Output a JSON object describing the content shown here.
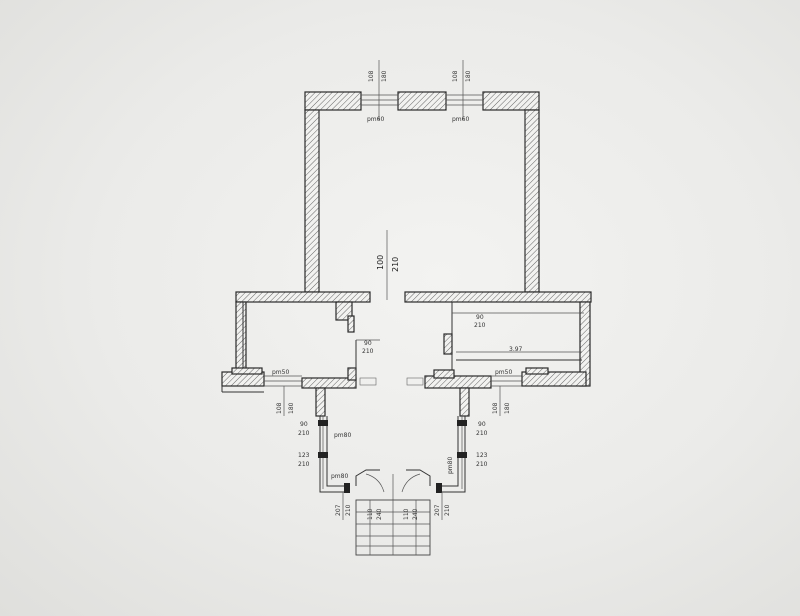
{
  "drawing": {
    "top_window_left": {
      "opening": "108",
      "height": "180",
      "tag": "pm60"
    },
    "top_window_right": {
      "opening": "108",
      "height": "180",
      "tag": "pm60"
    },
    "main_opening": {
      "width": "100",
      "height": "210"
    },
    "central_door": {
      "width": "90",
      "height": "210"
    },
    "right_room_door": {
      "width": "90",
      "height": "210"
    },
    "right_room_length": "3.97",
    "left_window": {
      "tag": "pm50",
      "opening": "108",
      "height": "180"
    },
    "right_window": {
      "tag": "pm50",
      "opening": "108",
      "height": "180"
    },
    "porch_left_upper": {
      "width": "90",
      "height": "210"
    },
    "porch_left_lower": {
      "width": "123",
      "height": "210"
    },
    "porch_left_tag": "pm80",
    "porch_right_upper": {
      "width": "90",
      "height": "210"
    },
    "porch_right_lower": {
      "width": "123",
      "height": "210"
    },
    "porch_right_tag": "pm80",
    "entry_left": {
      "width": "207",
      "height": "210"
    },
    "entry_right": {
      "width": "207",
      "height": "210"
    },
    "entry_door_left": {
      "width": "110",
      "height": "240"
    },
    "entry_door_right": {
      "width": "110",
      "height": "240"
    }
  }
}
